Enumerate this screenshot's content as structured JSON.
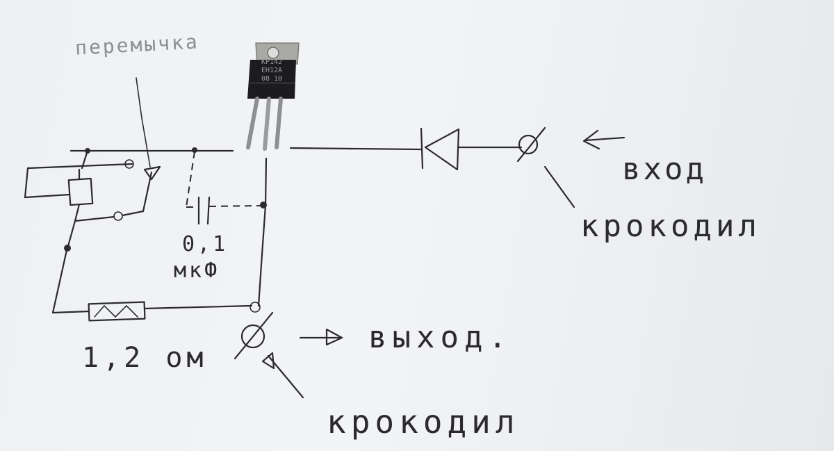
{
  "labels": {
    "jumper": "перемычка",
    "input": "вход",
    "input_clip": "крокодил",
    "capacitor_value": "0,1",
    "capacitor_unit": "мкФ",
    "output": "выход.",
    "resistor_value": "1,2 ом",
    "output_clip": "крокодил"
  },
  "regulator_marking": {
    "line1": "КР142",
    "line2": "ЕН12А",
    "line3": "08  10"
  },
  "colors": {
    "ink": "#2b2b2e",
    "paper": "#f3f4f6",
    "pencil": "#8b8e93",
    "chip": "#1c1c1e",
    "metal_tab": "#a9a9a6"
  }
}
